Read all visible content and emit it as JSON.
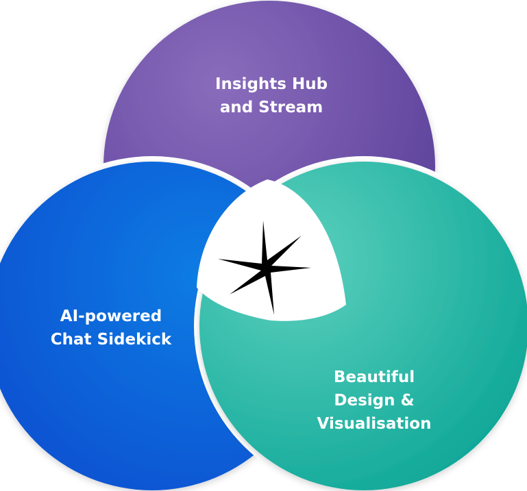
{
  "circles": {
    "top": {
      "lines": [
        "Insights Hub",
        "and Stream"
      ],
      "colors": [
        "#8a6cbc",
        "#5a3f99"
      ]
    },
    "left": {
      "lines": [
        "AI-powered",
        "Chat Sidekick"
      ],
      "colors": [
        "#0a7ce3",
        "#0a4fd0"
      ]
    },
    "right": {
      "lines": [
        "Beautiful",
        "Design &",
        "Visualisation"
      ],
      "colors": [
        "#5cd0bd",
        "#0aa596"
      ]
    }
  },
  "center_icon": {
    "name": "star-asterisk-icon",
    "color": "#000000"
  },
  "background_color": "#ffffff"
}
